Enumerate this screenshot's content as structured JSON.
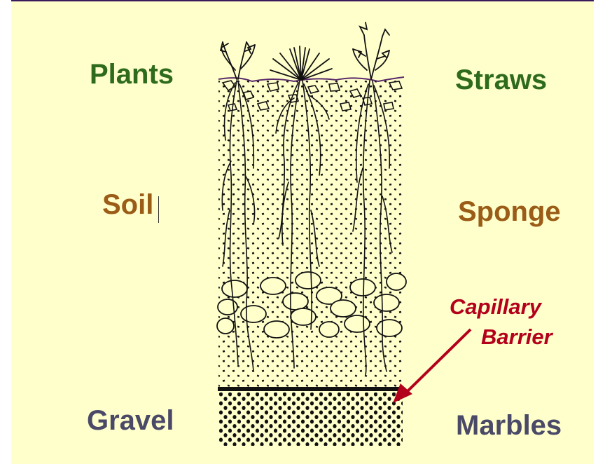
{
  "labels": {
    "plants": "Plants",
    "straws": "Straws",
    "soil": "Soil",
    "sponge": "Sponge",
    "gravel": "Gravel",
    "marbles": "Marbles",
    "capillary_line1": "Capillary",
    "capillary_line2": "Barrier"
  },
  "colors": {
    "background": "#ffffcc",
    "plant_label": "#2e6b1c",
    "soil_label": "#9a5c16",
    "gravel_label": "#4a4a68",
    "barrier_label": "#b3001b",
    "arrow": "#b3001b",
    "ground_line": "#5a2a6a"
  }
}
